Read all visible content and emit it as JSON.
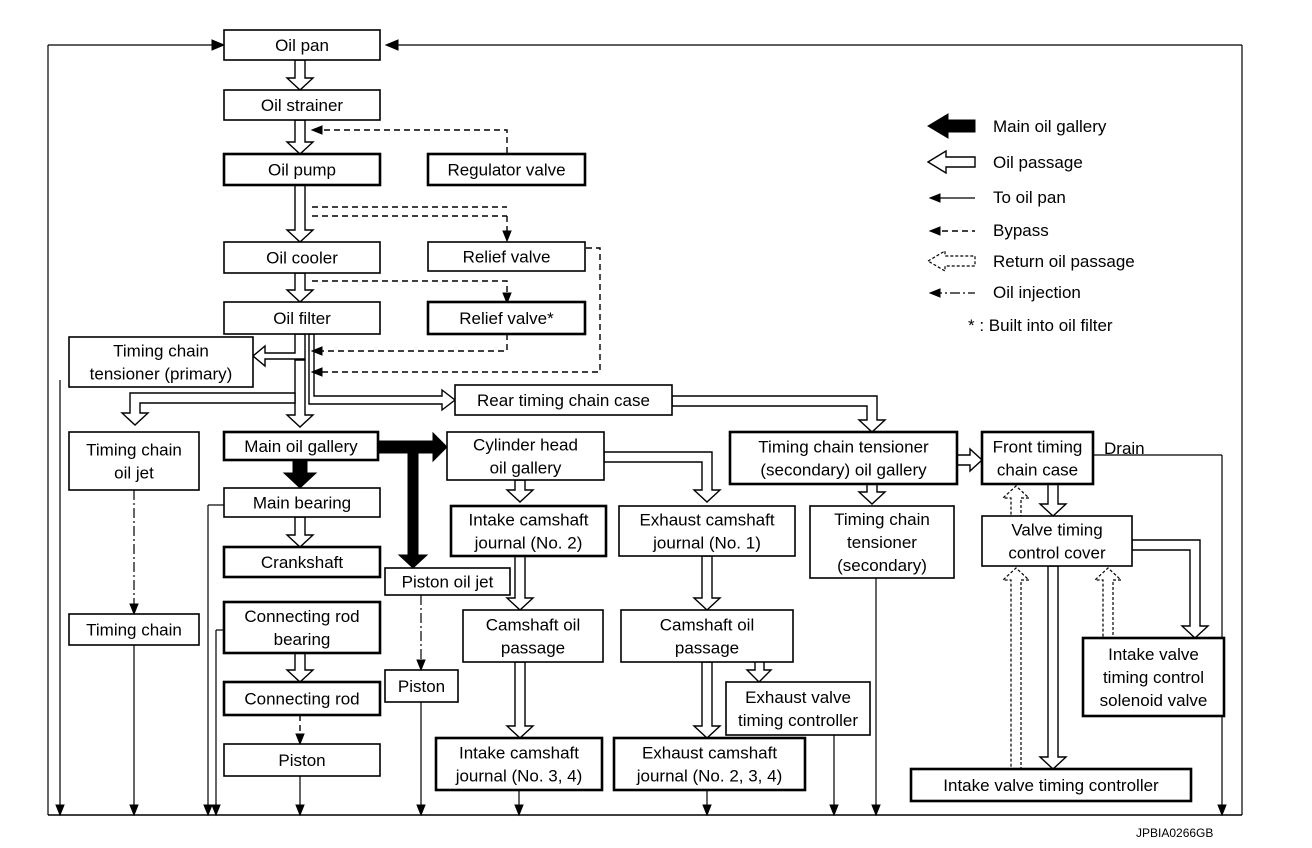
{
  "nodes": {
    "oil_pan": [
      "Oil pan"
    ],
    "oil_strainer": [
      "Oil strainer"
    ],
    "oil_pump": [
      "Oil pump"
    ],
    "regulator_valve": [
      "Regulator valve"
    ],
    "oil_cooler": [
      "Oil cooler"
    ],
    "relief_valve": [
      "Relief valve"
    ],
    "oil_filter": [
      "Oil filter"
    ],
    "relief_valve_star": [
      "Relief valve*"
    ],
    "tct_primary": [
      "Timing chain",
      "tensioner (primary)"
    ],
    "rear_case": [
      "Rear timing chain case"
    ],
    "tc_oil_jet": [
      "Timing chain",
      "oil jet"
    ],
    "main_gallery": [
      "Main oil gallery"
    ],
    "cyl_head_gallery": [
      "Cylinder head",
      "oil gallery"
    ],
    "tct_sec_gallery": [
      "Timing chain tensioner",
      "(secondary) oil gallery"
    ],
    "front_case": [
      "Front timing",
      "chain case"
    ],
    "main_bearing": [
      "Main bearing"
    ],
    "intake_journal2": [
      "Intake camshaft",
      "journal (No. 2)"
    ],
    "exhaust_journal1": [
      "Exhaust camshaft",
      "journal (No. 1)"
    ],
    "tct_secondary": [
      "Timing chain",
      "tensioner",
      "(secondary)"
    ],
    "vtc_cover": [
      "Valve timing",
      "control cover"
    ],
    "crankshaft": [
      "Crankshaft"
    ],
    "piston_oil_jet": [
      "Piston oil jet"
    ],
    "timing_chain": [
      "Timing chain"
    ],
    "conrod_bearing": [
      "Connecting rod",
      "bearing"
    ],
    "cam_passage_in": [
      "Camshaft oil",
      "passage"
    ],
    "cam_passage_ex": [
      "Camshaft oil",
      "passage"
    ],
    "ivtc_solenoid": [
      "Intake valve",
      "timing control",
      "solenoid valve"
    ],
    "piston_mid": [
      "Piston"
    ],
    "conrod": [
      "Connecting rod"
    ],
    "evt_controller": [
      "Exhaust valve",
      "timing controller"
    ],
    "piston_bottom": [
      "Piston"
    ],
    "intake_journal34": [
      "Intake camshaft",
      "journal (No. 3, 4)"
    ],
    "exhaust_journal234": [
      "Exhaust camshaft",
      "journal (No. 2, 3, 4)"
    ],
    "ivt_controller": [
      "Intake valve timing controller"
    ]
  },
  "drain_label": "Drain",
  "legend": {
    "main_oil_gallery": "Main oil gallery",
    "oil_passage": "Oil passage",
    "to_oil_pan": "To oil pan",
    "bypass": "Bypass",
    "return_oil_passage": "Return oil passage",
    "oil_injection": "Oil injection",
    "built_in_note": "* : Built into oil filter"
  },
  "figure_code": "JPBIA0266GB"
}
